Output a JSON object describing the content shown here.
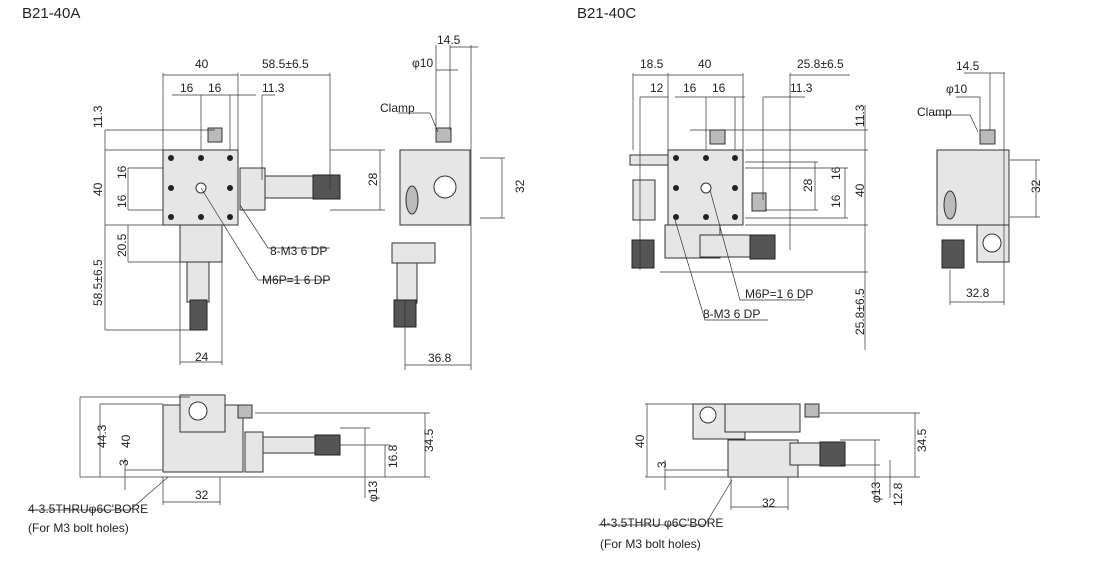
{
  "models": [
    {
      "title": "B21-40A",
      "top_view": {
        "dims": [
          "40",
          "58.5±6.5",
          "16",
          "16",
          "11.3",
          "11.3",
          "40",
          "16",
          "16",
          "20.5",
          "58.5±6.5",
          "28",
          "24"
        ],
        "callouts": [
          "8-M3 6 DP",
          "M6P=1 6 DP"
        ]
      },
      "side_view": {
        "dims": [
          "14.5",
          "φ10",
          "32",
          "36.8"
        ],
        "clamp_label": "Clamp"
      },
      "front_view": {
        "dims": [
          "44.3",
          "40",
          "3",
          "32",
          "16.8",
          "34.5",
          "φ13"
        ],
        "note_line1": "4-3.5THRUφ6C'BORE",
        "note_line2": "(For M3 bolt holes)"
      }
    },
    {
      "title": "B21-40C",
      "top_view": {
        "dims": [
          "18.5",
          "40",
          "25.8±6.5",
          "12",
          "16",
          "16",
          "11.3",
          "11.3",
          "28",
          "16",
          "16",
          "40",
          "25.8±6.5"
        ],
        "callouts": [
          "M6P=1 6 DP",
          "8-M3 6 DP"
        ]
      },
      "side_view": {
        "dims": [
          "14.5",
          "φ10",
          "32",
          "32.8"
        ],
        "clamp_label": "Clamp"
      },
      "front_view": {
        "dims": [
          "40",
          "3",
          "32",
          "φ13",
          "12.8",
          "34.5"
        ],
        "note_line1": "4-3.5THRU φ6C'BORE",
        "note_line2": "(For M3 bolt holes)"
      }
    }
  ]
}
